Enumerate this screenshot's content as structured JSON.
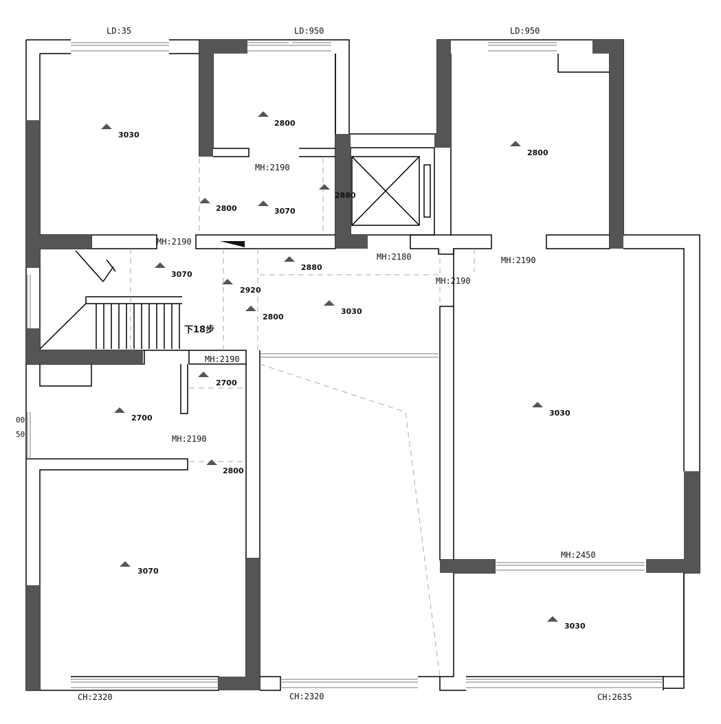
{
  "ld": [
    "LD:35",
    "LD:950",
    "LD:950"
  ],
  "mh": [
    "MH:2190",
    "MH:2190",
    "MH:2180",
    "MH:2190",
    "MH:2190",
    "MH:2190",
    "MH:2190",
    "MH:2450"
  ],
  "ch": [
    "CH:2320",
    "CH:2320",
    "CH:2635"
  ],
  "heights": [
    "3030",
    "2800",
    "2800",
    "2800",
    "3070",
    "2880",
    "3070",
    "2880",
    "2920",
    "2800",
    "3030",
    "2700",
    "2700",
    "2800",
    "3030",
    "3070",
    "3030"
  ],
  "stair_label": "下18步",
  "edge_fragments": [
    "00",
    "50"
  ]
}
